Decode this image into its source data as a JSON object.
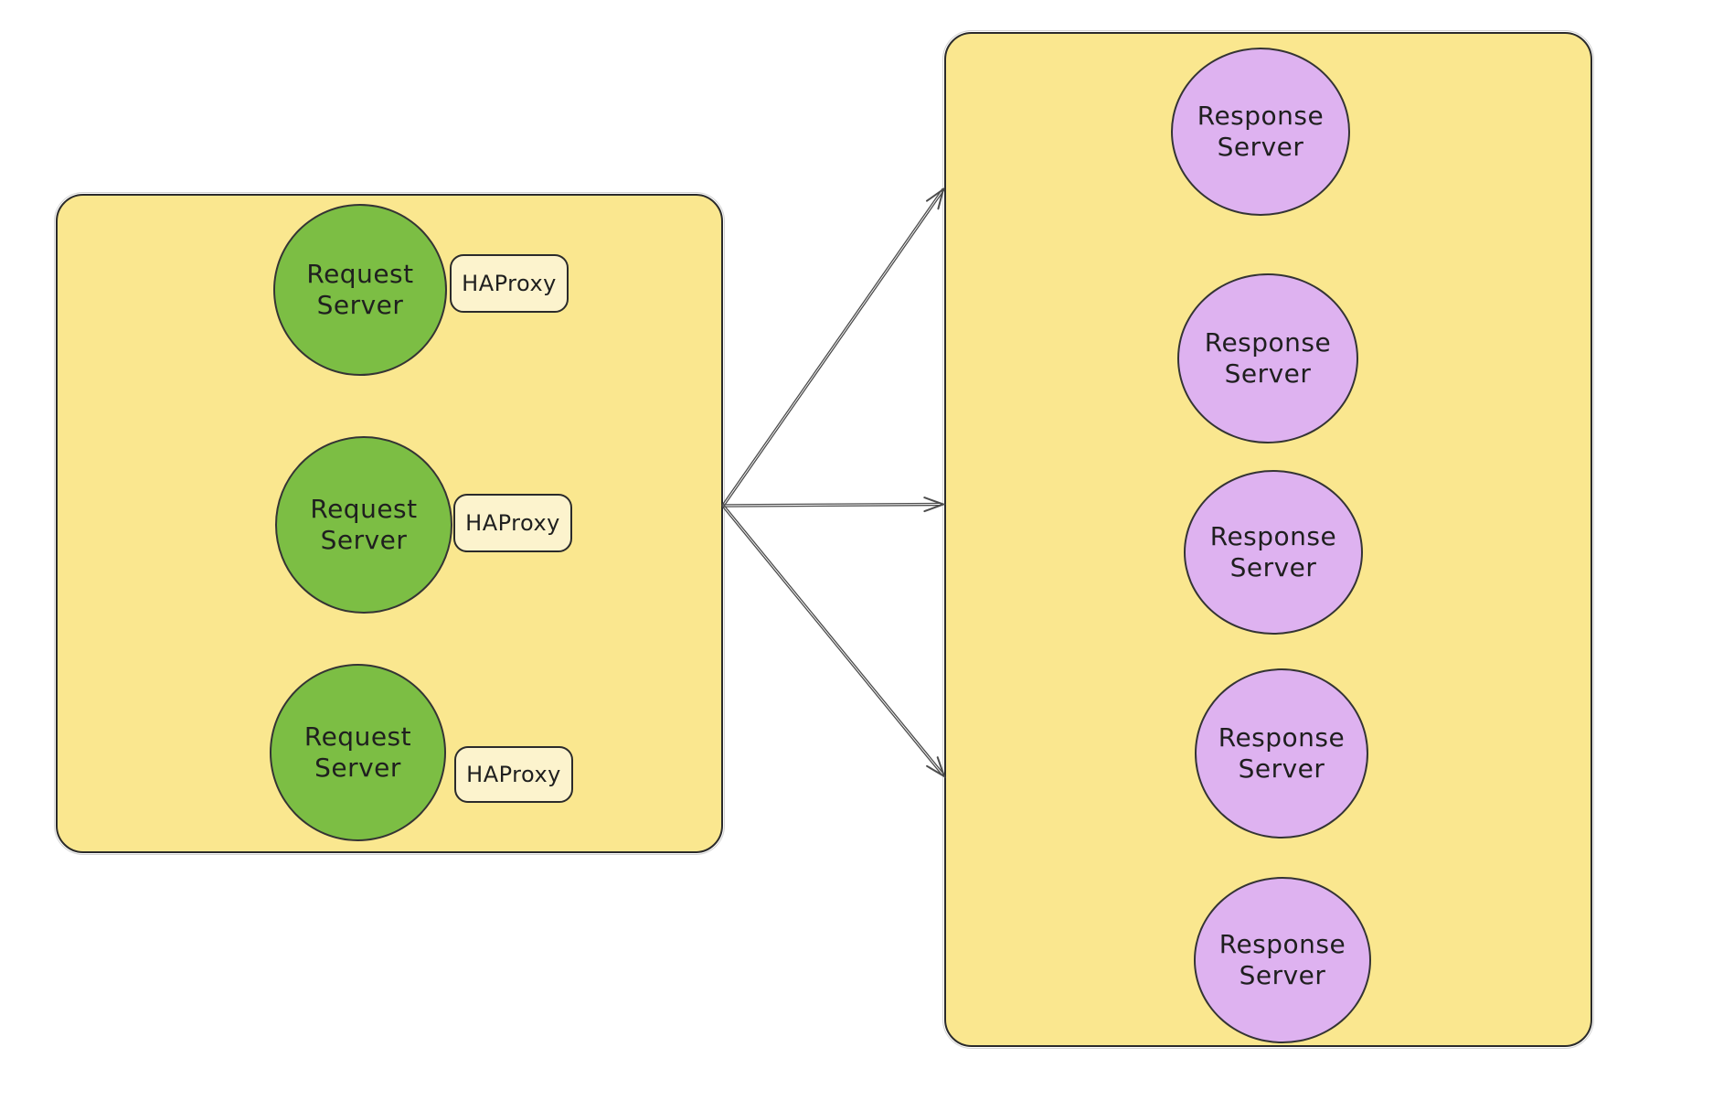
{
  "colors": {
    "page_bg": "#ffffff",
    "panel_fill": "#FAE78F",
    "panel_stroke": "#2b2b2b",
    "request_node_fill": "#7CBE44",
    "response_node_fill": "#DEB2F0",
    "node_stroke": "#343434",
    "haproxy_fill": "#FCF3CD",
    "arrow_color": "#4d4d4d",
    "text_color": "#1f1f1f"
  },
  "request_group": {
    "nodes": [
      {
        "line1": "Request",
        "line2": "Server",
        "proxy": "HAProxy"
      },
      {
        "line1": "Request",
        "line2": "Server",
        "proxy": "HAProxy"
      },
      {
        "line1": "Request",
        "line2": "Server",
        "proxy": "HAProxy"
      }
    ]
  },
  "response_group": {
    "nodes": [
      {
        "line1": "Response",
        "line2": "Server"
      },
      {
        "line1": "Response",
        "line2": "Server"
      },
      {
        "line1": "Response",
        "line2": "Server"
      },
      {
        "line1": "Response",
        "line2": "Server"
      },
      {
        "line1": "Response",
        "line2": "Server"
      }
    ]
  },
  "arrows": {
    "count": 3
  }
}
